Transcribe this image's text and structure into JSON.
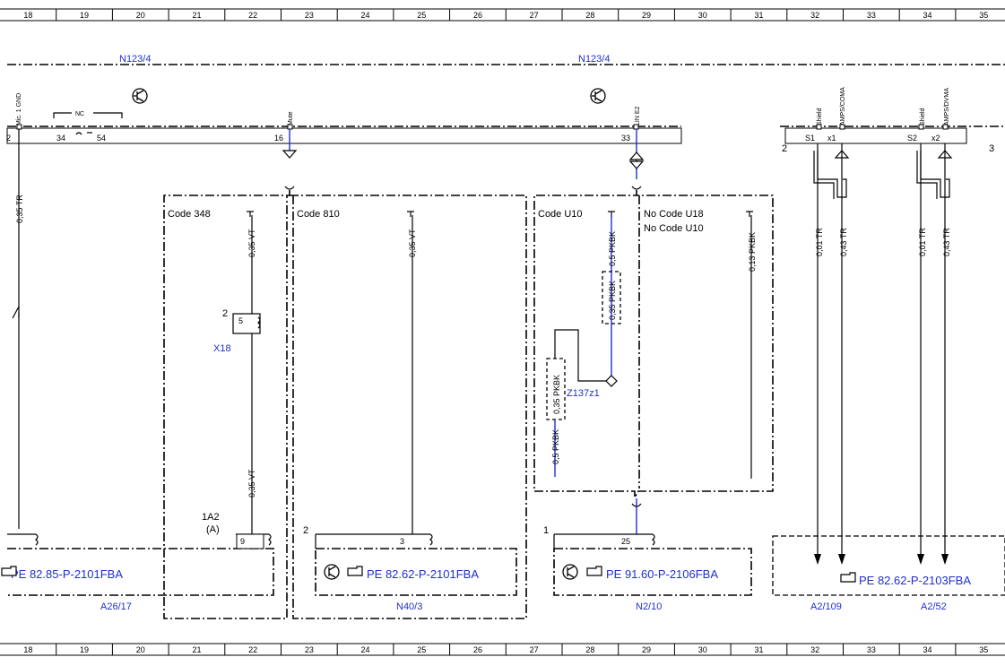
{
  "grid_columns": [
    "18",
    "19",
    "20",
    "21",
    "22",
    "23",
    "24",
    "25",
    "26",
    "27",
    "28",
    "29",
    "30",
    "31",
    "32",
    "33",
    "34",
    "35"
  ],
  "components": {
    "n123_left": "N123/4",
    "n123_right": "N123/4",
    "a26": "A26/17",
    "n40": "N40/3",
    "n2": "N2/10",
    "a2_109": "A2/109",
    "a2_52": "A2/52",
    "x18": "X18",
    "z137": "Z137z1"
  },
  "pins": {
    "mic_gnd": "Mic. 1 GND",
    "mute": "Mute",
    "lin": "LIN E2",
    "shield1": "Shield",
    "amps_coma": "AMPS/COMA",
    "shield2": "Shield",
    "amps_dvma": "AMPS/DVMA",
    "p2": "2",
    "p34": "34",
    "p54": "54",
    "p16": "16",
    "p33": "33",
    "nc": "NC",
    "s1": "S1",
    "x1": "x1",
    "s2": "S2",
    "x2": "x2",
    "num2": "2",
    "num3": "3",
    "x18_pin": "2",
    "x18_inner": "5",
    "a1a2": "1A2",
    "a_paren": "(A)",
    "p9": "9",
    "n40_pin": "2",
    "p3": "3",
    "n2_pin": "1",
    "p25": "25"
  },
  "codes": {
    "c348": "Code 348",
    "c810": "Code 810",
    "u10": "Code U10",
    "no_u18": "No Code U18",
    "no_u10": "No Code U10"
  },
  "wires": {
    "w1": "0,35 TR",
    "w2": "0,35 VT",
    "w3": "0,35 VT",
    "w4": "0,35 VT",
    "w5": "0,5 PKBK",
    "w6": "0,35 PKBK",
    "w7": "0,35 PKBK",
    "w8": "0,5 PKBK",
    "w9": "0,13 PKBK",
    "w10": "0,01 TR",
    "w11": "0,43 TR",
    "w12": "0,01 TR",
    "w13": "0,43 TR"
  },
  "refs": {
    "r1": "PE 82.85-P-2101FBA",
    "r2": "PE 82.62-P-2101FBA",
    "r3": "PE 91.60-P-2106FBA",
    "r4": "PE 82.62-P-2103FBA"
  }
}
